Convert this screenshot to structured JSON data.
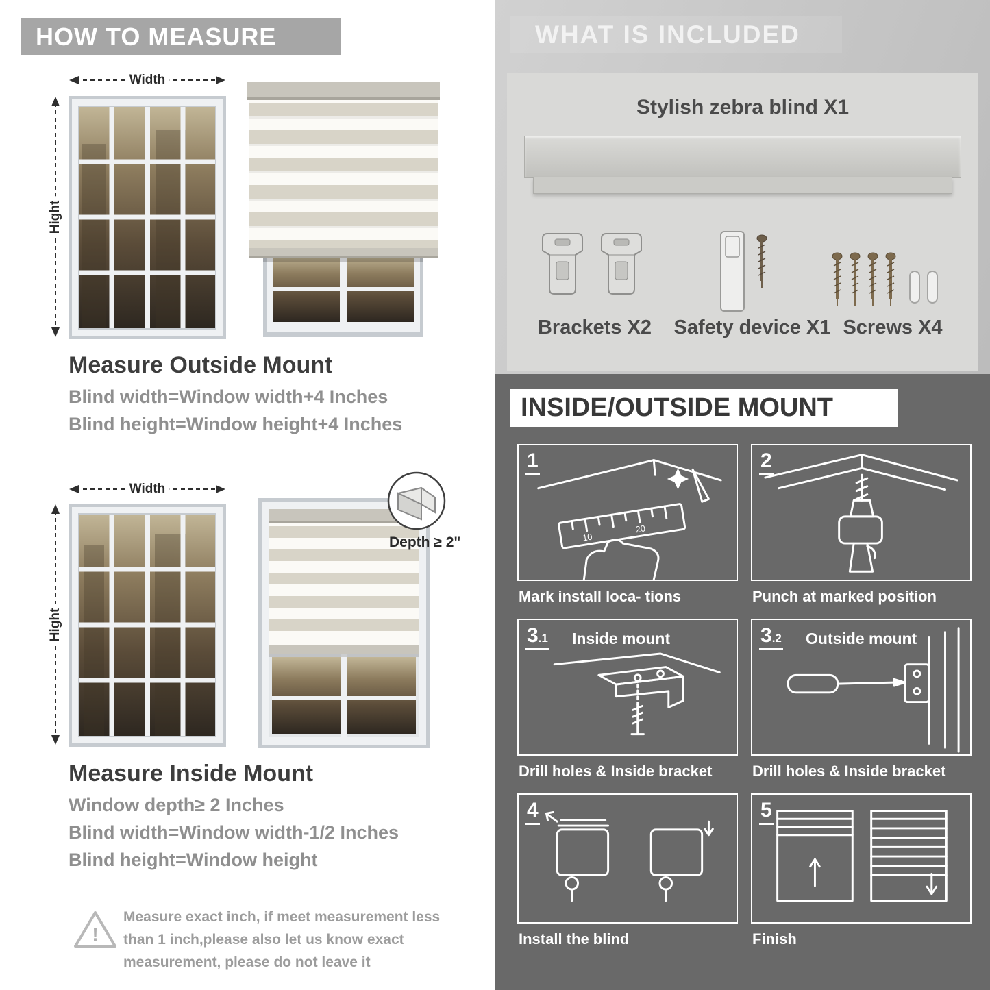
{
  "colors": {
    "banner_gray": "#a6a6a6",
    "included_bg": "#c7c7c7",
    "included_panel": "#d9d9d7",
    "mount_bg": "#696969",
    "heading_dark": "#3d3d3d",
    "formula_gray": "#8f8f8f",
    "blind_stripe_gray": "#d8d4c8",
    "blind_stripe_white": "#fbfaf6"
  },
  "measure": {
    "header": "HOW TO MEASURE",
    "outside": {
      "width_label": "Width",
      "height_label": "Hight",
      "title": "Measure Outside Mount",
      "lines": [
        "Blind width=Window width+4 Inches",
        "Blind height=Window height+4 Inches"
      ]
    },
    "inside": {
      "width_label": "Width",
      "height_label": "Hight",
      "depth_label": "Depth ≥ 2\"",
      "title": "Measure Inside Mount",
      "lines": [
        "Window depth≥ 2 Inches",
        "Blind width=Window width-1/2 Inches",
        "Blind height=Window height"
      ]
    },
    "note_lines": [
      "Measure exact inch, if meet measurement less",
      "than 1 inch,please also let us know exact",
      "measurement, please do not leave it"
    ]
  },
  "included": {
    "header": "WHAT IS INCLUDED",
    "blind_label": "Stylish zebra blind X1",
    "items": [
      {
        "label": "Brackets X2"
      },
      {
        "label": "Safety device X1"
      },
      {
        "label": "Screws X4"
      }
    ]
  },
  "mount": {
    "header": "INSIDE/OUTSIDE MOUNT",
    "steps": [
      {
        "num": "1",
        "caption": "Mark install loca- tions"
      },
      {
        "num": "2",
        "caption": "Punch at  marked position"
      },
      {
        "num": "3",
        "num_sub": ".1",
        "mode": "Inside mount",
        "caption": "Drill holes &  Inside bracket"
      },
      {
        "num": "3",
        "num_sub": ".2",
        "mode": "Outside mount",
        "caption": "Drill holes &  Inside bracket"
      },
      {
        "num": "4",
        "caption": "Install the blind"
      },
      {
        "num": "5",
        "caption": "Finish"
      }
    ]
  }
}
